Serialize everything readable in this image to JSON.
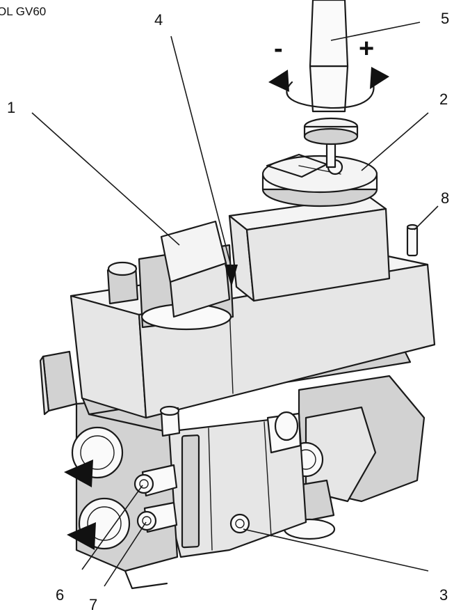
{
  "title": "OL GV60",
  "rotation_signs": {
    "minus": "-",
    "plus": "+"
  },
  "callouts": [
    {
      "id": "1",
      "text": "1"
    },
    {
      "id": "2",
      "text": "2"
    },
    {
      "id": "3",
      "text": "3"
    },
    {
      "id": "4",
      "text": "4"
    },
    {
      "id": "5",
      "text": "5"
    },
    {
      "id": "6",
      "text": "6"
    },
    {
      "id": "7",
      "text": "7"
    },
    {
      "id": "8",
      "text": "8"
    }
  ]
}
